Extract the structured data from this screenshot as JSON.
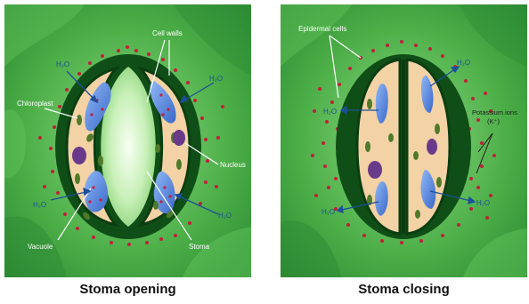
{
  "panels": {
    "left": {
      "caption": "Stoma opening",
      "labels": {
        "cell_walls": "Cell walls",
        "chloroplast": "Chloroplast",
        "nucleus": "Nucleus",
        "vacuole": "Vacuole",
        "stoma": "Stoma",
        "water": "H₂O"
      }
    },
    "right": {
      "caption": "Stoma closing",
      "labels": {
        "epidermal_cells": "Epidermal cells",
        "potassium_ions": "Potassium ions",
        "potassium_symbol": "(K⁺)",
        "water": "H₂O"
      }
    }
  },
  "colors": {
    "background_green": "#3e9e3e",
    "light_green": "#7ed27a",
    "guard_wall": "#0f4f17",
    "cytoplasm": "#f3d2a6",
    "vacuole": "#4f7fdc",
    "chloroplast": "#4f7a2a",
    "nucleus": "#6a3a8a",
    "potassium_ion": "#c0203a",
    "arrow": "#1d4f9a"
  }
}
